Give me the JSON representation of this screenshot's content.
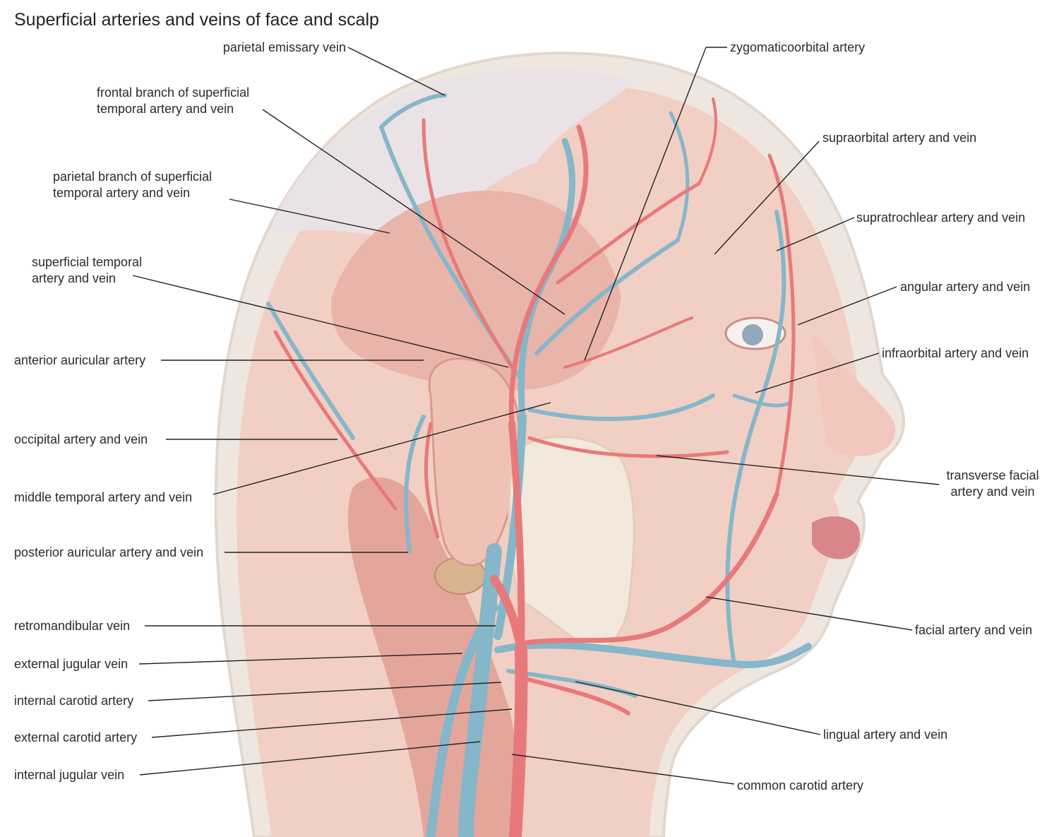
{
  "title": "Superficial arteries and veins of face and scalp",
  "colors": {
    "artery": "#e8797a",
    "vein": "#86b6c9",
    "skin": "#f3d6cc",
    "muscle": "#e7aea4",
    "gland": "#f2e6da",
    "leader": "#222222",
    "background": "#ffffff"
  },
  "labels": {
    "parietal_emissary_vein": "parietal emissary vein",
    "frontal_branch": {
      "line1": "frontal branch of superficial",
      "line2": "temporal artery and vein"
    },
    "parietal_branch": {
      "line1": "parietal branch of superficial",
      "line2": "temporal artery and vein"
    },
    "superficial_temporal": {
      "line1": "superficial temporal",
      "line2": "artery and vein"
    },
    "anterior_auricular_artery": "anterior auricular artery",
    "occipital": "occipital artery and vein",
    "middle_temporal": "middle temporal artery and vein",
    "posterior_auricular": "posterior auricular artery and vein",
    "retromandibular_vein": "retromandibular vein",
    "external_jugular_vein": "external jugular vein",
    "internal_carotid_artery": "internal carotid artery",
    "external_carotid_artery": "external carotid artery",
    "internal_jugular_vein": "internal jugular vein",
    "zygomaticoorbital_artery": "zygomaticoorbital artery",
    "supraorbital": "supraorbital artery and vein",
    "supratrochlear": "supratrochlear artery and vein",
    "angular": "angular artery and vein",
    "infraorbital": "infraorbital artery and vein",
    "transverse_facial": {
      "line1": "transverse facial",
      "line2": "artery and vein"
    },
    "facial": "facial artery and vein",
    "lingual": "lingual artery and vein",
    "common_carotid_artery": "common carotid artery"
  }
}
